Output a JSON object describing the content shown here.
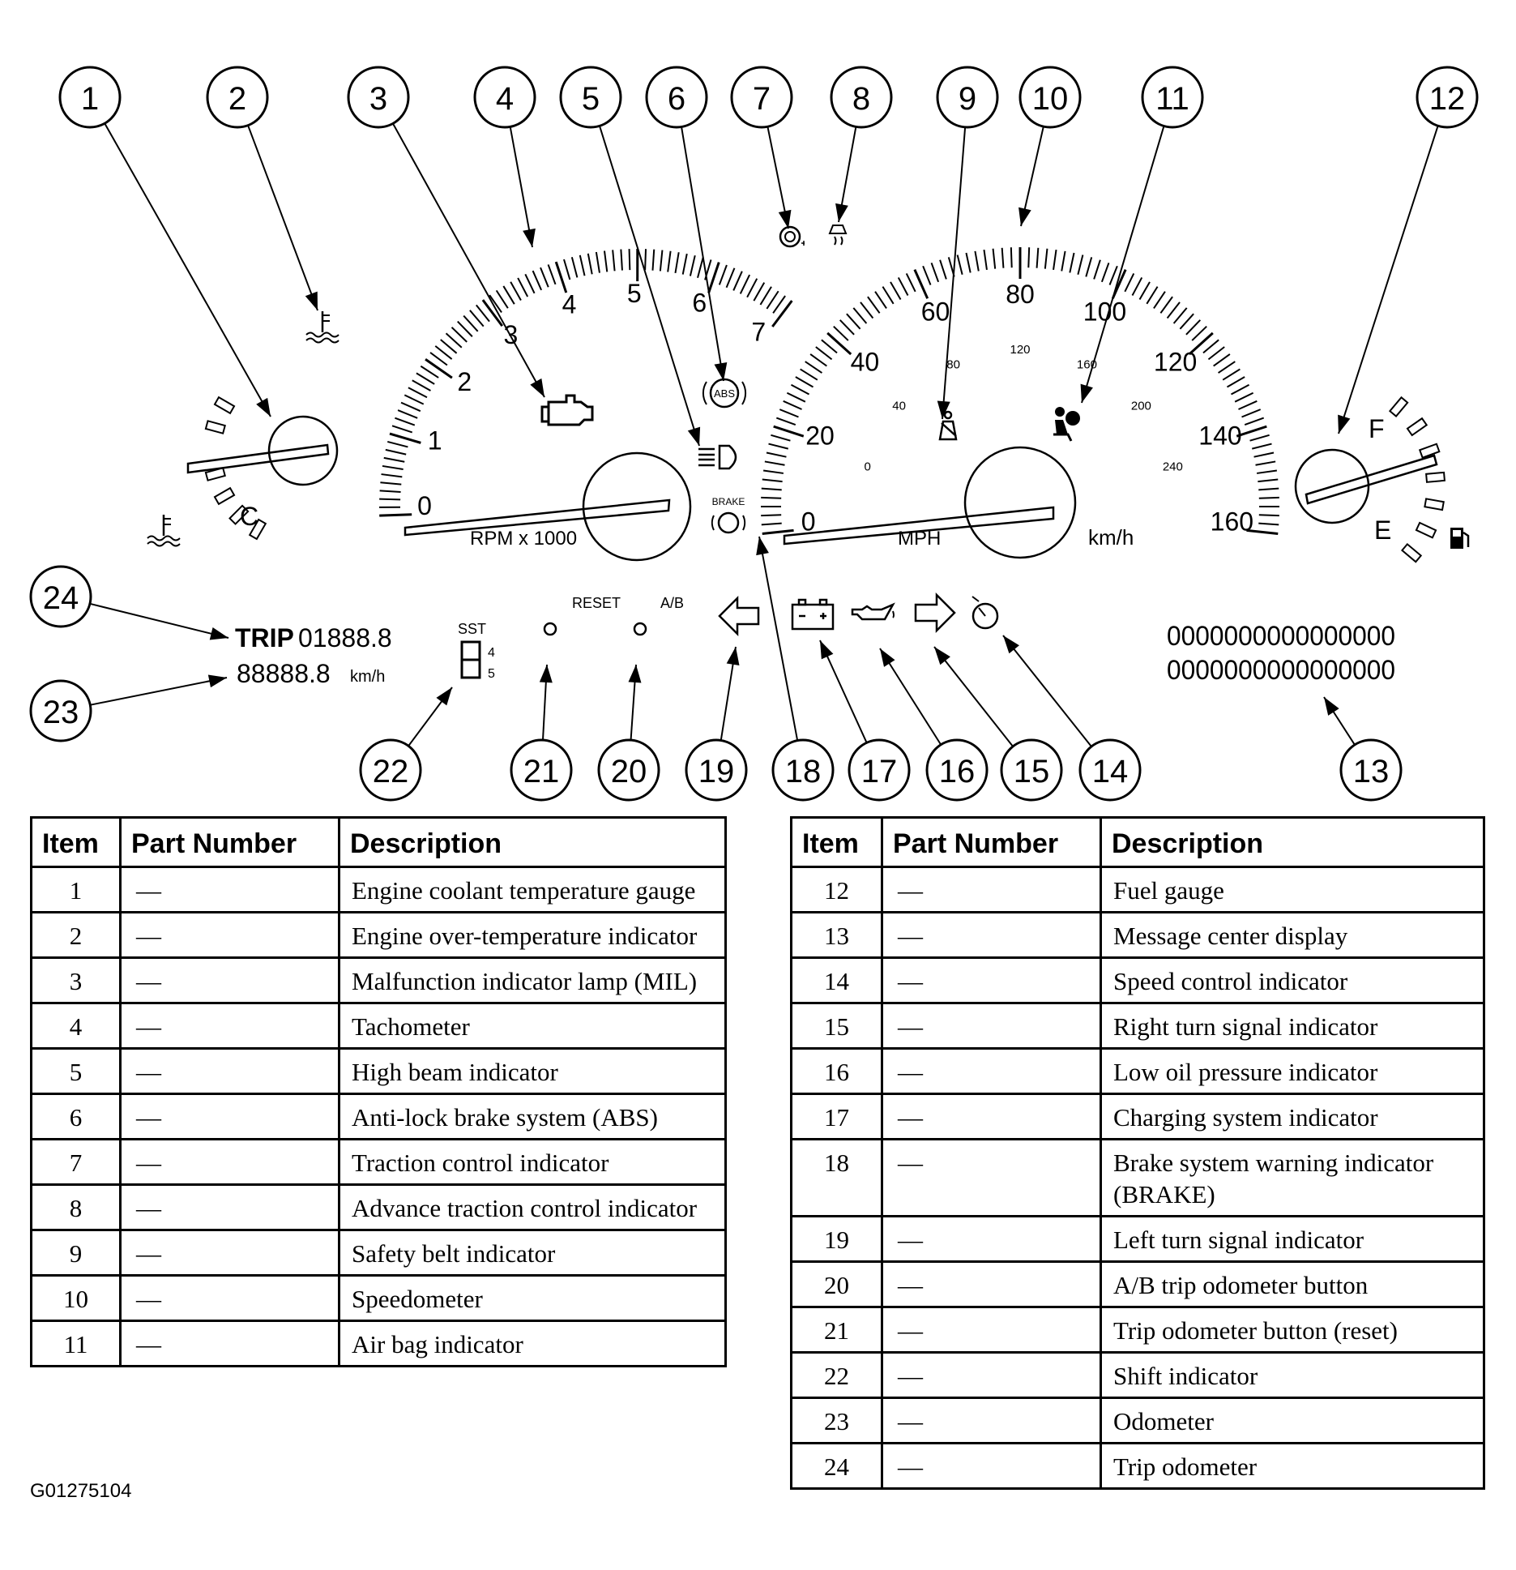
{
  "callouts": [
    "1",
    "2",
    "3",
    "4",
    "5",
    "6",
    "7",
    "8",
    "9",
    "10",
    "11",
    "12",
    "13",
    "14",
    "15",
    "16",
    "17",
    "18",
    "19",
    "20",
    "21",
    "22",
    "23",
    "24"
  ],
  "tachometer": {
    "tick_labels": [
      "0",
      "1",
      "2",
      "3",
      "4",
      "5",
      "6",
      "7"
    ],
    "unit_label": "RPM x 1000"
  },
  "speedometer": {
    "mph_labels": [
      "0",
      "20",
      "40",
      "60",
      "80",
      "100",
      "120",
      "140",
      "160"
    ],
    "kmh_labels": [
      "0",
      "40",
      "80",
      "120",
      "160",
      "200",
      "240"
    ],
    "mph_unit": "MPH",
    "kmh_unit": "km/h"
  },
  "temp_gauge": {
    "cold_label": "C"
  },
  "fuel_gauge": {
    "full_label": "F",
    "empty_label": "E"
  },
  "odometer": {
    "trip_prefix": "TRIP",
    "trip_value": "01888.8",
    "odo_value": "88888.8",
    "odo_unit": "km/h"
  },
  "shift_indicator": {
    "label": "SST",
    "gears": [
      "4",
      "5"
    ]
  },
  "buttons": {
    "reset_label": "RESET",
    "ab_label": "A/B"
  },
  "brake_label": "BRAKE",
  "abs_label": "ABS",
  "message_center": {
    "rows": [
      "0000000000000000",
      "0000000000000000"
    ]
  },
  "icons": [
    "coolant-temp-icon",
    "over-temperature-icon",
    "check-engine-icon",
    "high-beam-icon",
    "abs-icon",
    "traction-control-icon",
    "advance-trac-icon",
    "seatbelt-icon",
    "airbag-icon",
    "fuel-pump-icon",
    "left-arrow-icon",
    "battery-icon",
    "oil-can-icon",
    "right-arrow-icon",
    "speed-control-icon",
    "brake-warning-icon"
  ],
  "table_left": {
    "headers": [
      "Item",
      "Part Number",
      "Description"
    ],
    "rows": [
      {
        "item": "1",
        "part": "—",
        "desc": "Engine coolant temperature gauge"
      },
      {
        "item": "2",
        "part": "—",
        "desc": "Engine over-temperature indicator"
      },
      {
        "item": "3",
        "part": "—",
        "desc": "Malfunction indicator lamp (MIL)"
      },
      {
        "item": "4",
        "part": "—",
        "desc": "Tachometer"
      },
      {
        "item": "5",
        "part": "—",
        "desc": "High beam indicator"
      },
      {
        "item": "6",
        "part": "—",
        "desc": "Anti-lock brake system (ABS)"
      },
      {
        "item": "7",
        "part": "—",
        "desc": "Traction control indicator"
      },
      {
        "item": "8",
        "part": "—",
        "desc": "Advance traction control indicator"
      },
      {
        "item": "9",
        "part": "—",
        "desc": "Safety belt indicator"
      },
      {
        "item": "10",
        "part": "—",
        "desc": "Speedometer"
      },
      {
        "item": "11",
        "part": "—",
        "desc": "Air bag indicator"
      }
    ]
  },
  "table_right": {
    "headers": [
      "Item",
      "Part Number",
      "Description"
    ],
    "rows": [
      {
        "item": "12",
        "part": "—",
        "desc": "Fuel gauge"
      },
      {
        "item": "13",
        "part": "—",
        "desc": "Message center display"
      },
      {
        "item": "14",
        "part": "—",
        "desc": "Speed control indicator"
      },
      {
        "item": "15",
        "part": "—",
        "desc": "Right turn signal indicator"
      },
      {
        "item": "16",
        "part": "—",
        "desc": "Low oil pressure indicator"
      },
      {
        "item": "17",
        "part": "—",
        "desc": "Charging system indicator"
      },
      {
        "item": "18",
        "part": "—",
        "desc": "Brake system warning indicator (BRAKE)"
      },
      {
        "item": "19",
        "part": "—",
        "desc": "Left turn signal indicator"
      },
      {
        "item": "20",
        "part": "—",
        "desc": "A/B trip odometer button"
      },
      {
        "item": "21",
        "part": "—",
        "desc": "Trip odometer button (reset)"
      },
      {
        "item": "22",
        "part": "—",
        "desc": "Shift indicator"
      },
      {
        "item": "23",
        "part": "—",
        "desc": "Odometer"
      },
      {
        "item": "24",
        "part": "—",
        "desc": "Trip odometer"
      }
    ]
  },
  "figure_id": "G01275104"
}
